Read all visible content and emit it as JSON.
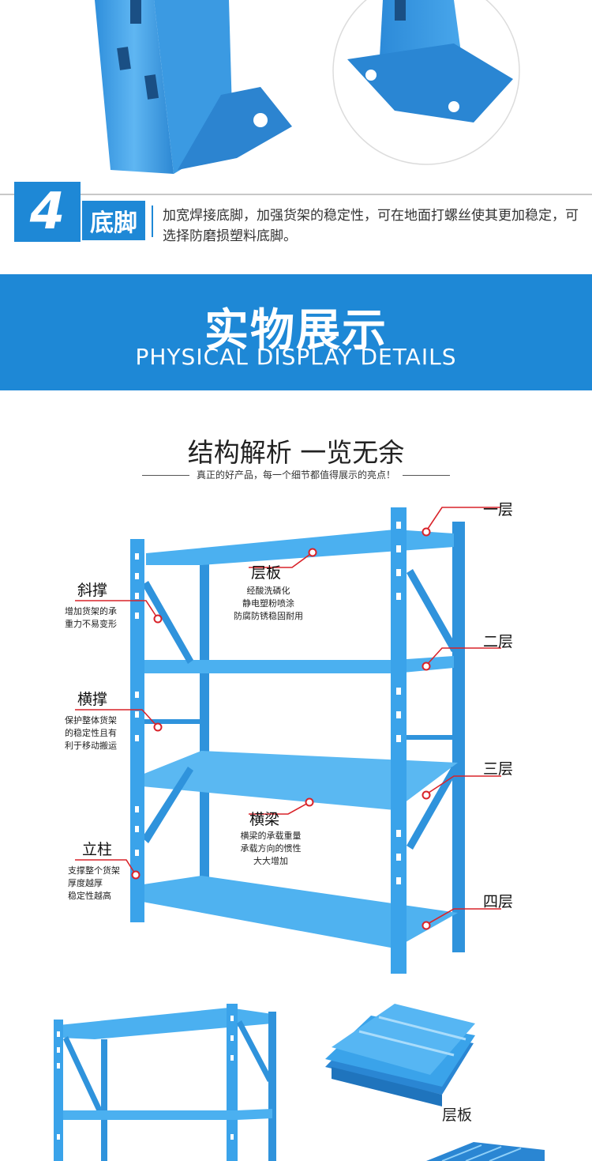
{
  "feature": {
    "number": "4",
    "title": "底脚",
    "description": "加宽焊接底脚，加强货架的稳定性，可在地面打螺丝使其更加稳定，可选择防磨损塑料底脚。"
  },
  "banner": {
    "title": "实物展示",
    "subtitle": "PHYSICAL DISPLAY DETAILS"
  },
  "section": {
    "title": "结构解析 一览无余",
    "subtitle": "真正的好产品，每一个细节都值得展示的亮点！"
  },
  "diagram": {
    "layers": [
      "一层",
      "二层",
      "三层",
      "四层"
    ],
    "parts": {
      "shelf": {
        "name": "层板",
        "desc": [
          "经酸洗磷化",
          "静电塑粉喷涂",
          "防腐防锈稳固耐用"
        ]
      },
      "diagonal": {
        "name": "斜撑",
        "desc": [
          "增加货架的承",
          "重力不易变形"
        ]
      },
      "cross": {
        "name": "横撑",
        "desc": [
          "保护整体货架",
          "的稳定性且有",
          "利于移动搬运"
        ]
      },
      "beam": {
        "name": "横梁",
        "desc": [
          "横梁的承载重量",
          "承载方向的惯性",
          "大大增加"
        ]
      },
      "column": {
        "name": "立柱",
        "desc": [
          "支撑整个货架",
          "厚度越厚",
          "稳定性越高"
        ]
      }
    }
  },
  "bottom": {
    "shelf_label": "层板"
  },
  "colors": {
    "brand_blue": "#1e88d6",
    "rack_blue": "#3aa3ea",
    "marker_red": "#d9232a"
  }
}
